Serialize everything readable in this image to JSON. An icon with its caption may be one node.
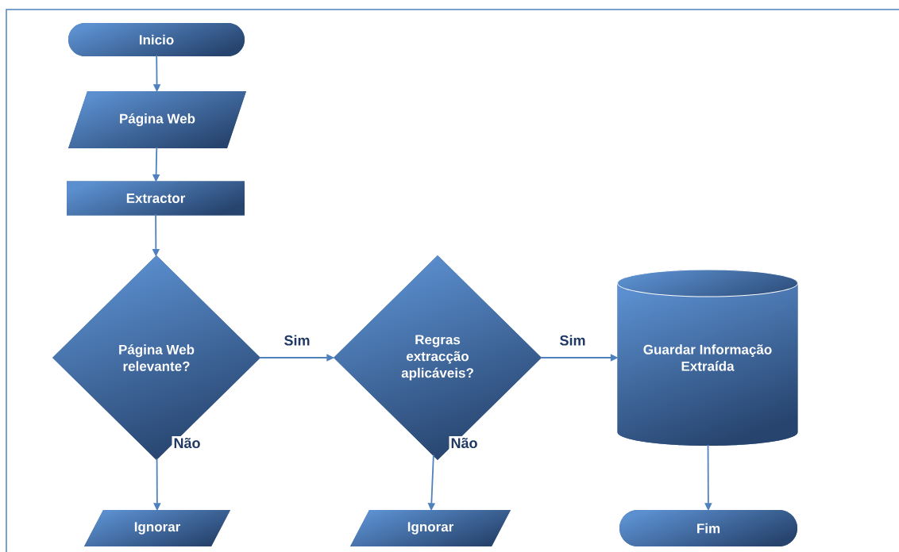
{
  "diagram": {
    "nodes": [
      {
        "text": [
          "Inicio"
        ]
      },
      {
        "text": [
          "Página Web"
        ]
      },
      {
        "text": [
          "Extractor"
        ]
      },
      {
        "text": [
          "Página Web relevante?"
        ]
      },
      {
        "text": [
          "Regras extracção aplicáveis?"
        ]
      },
      {
        "text": [
          "Guardar Informação Extraída"
        ]
      },
      {
        "text": [
          "Ignorar"
        ]
      },
      {
        "text": [
          "Ignorar"
        ]
      },
      {
        "text": [
          "Fim"
        ]
      }
    ],
    "edges": [
      {
        "from": 0,
        "to": 1,
        "arrow": "to"
      },
      {
        "from": 1,
        "to": 2,
        "arrow": "to"
      },
      {
        "from": 2,
        "to": 3,
        "arrow": "to"
      },
      {
        "from": 3,
        "to": 4,
        "arrow": "to",
        "label": "Sim"
      },
      {
        "from": 4,
        "to": 5,
        "arrow": "to",
        "label": "Sim"
      },
      {
        "from": 3,
        "to": 6,
        "arrow": "to",
        "label": "Não"
      },
      {
        "from": 4,
        "to": 7,
        "arrow": "to",
        "label": "Não"
      },
      {
        "from": 5,
        "to": 8,
        "arrow": "to"
      }
    ]
  }
}
